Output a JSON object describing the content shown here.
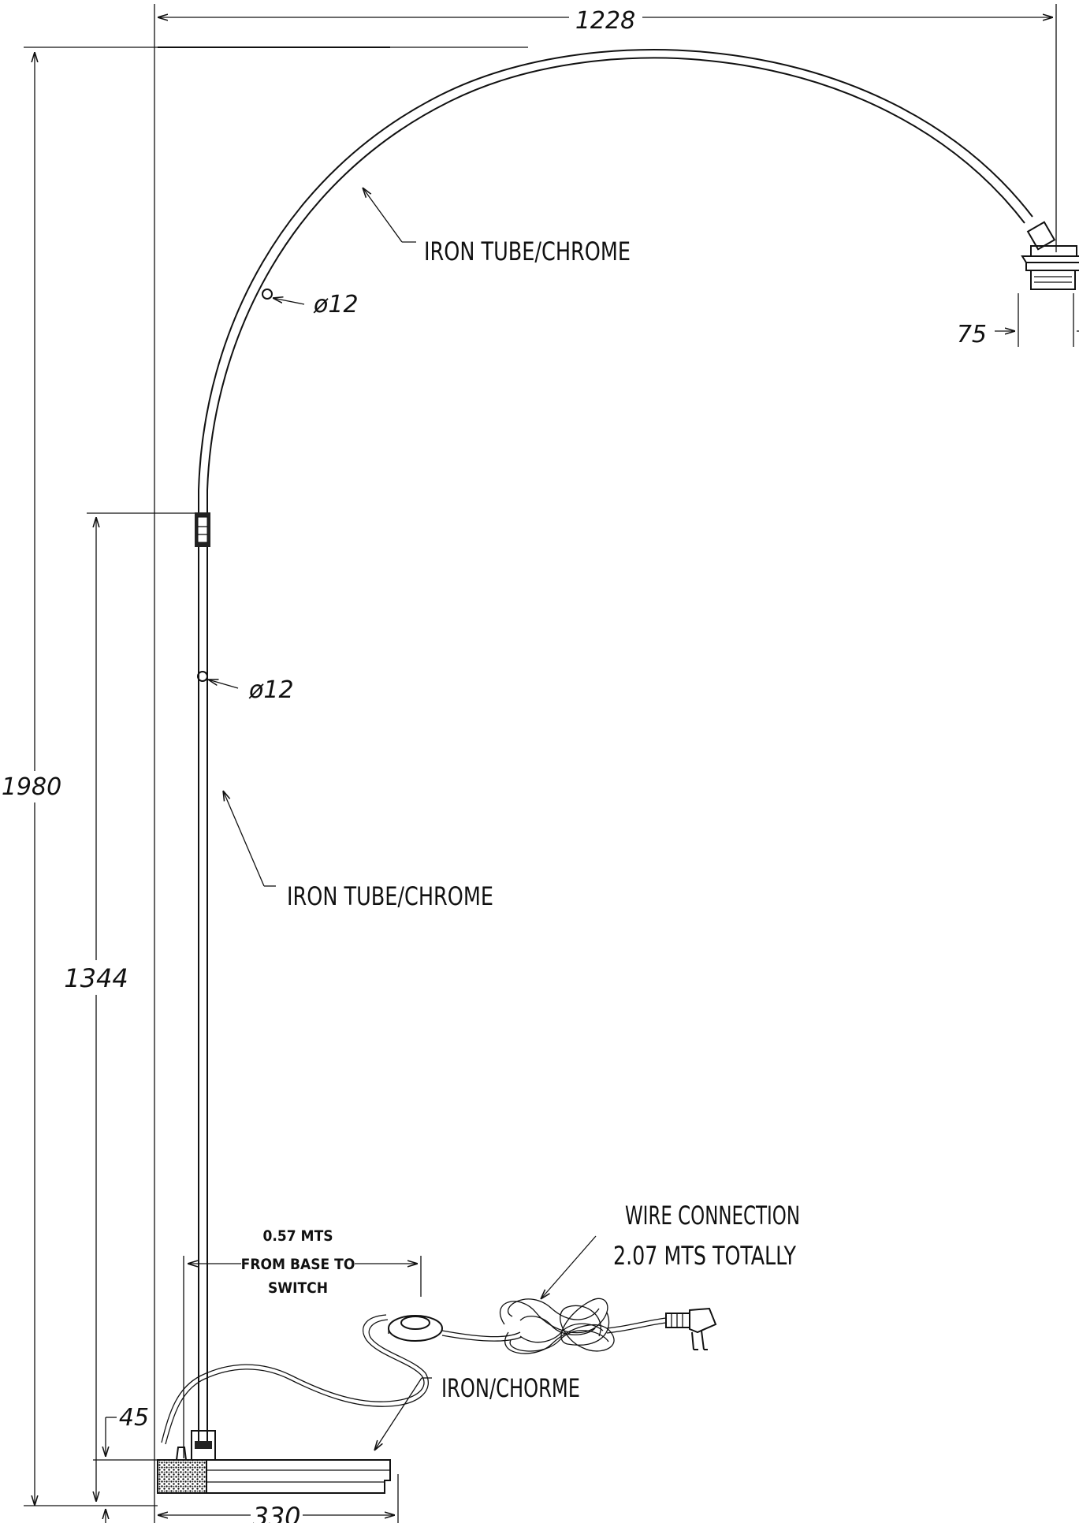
{
  "dimensions": {
    "width_total": "1228",
    "height_total": "1980",
    "pole_height": "1344",
    "shade_width": "75",
    "base_width": "330",
    "base_height": "45"
  },
  "annotations": {
    "arc_material": "IRON TUBE/CHROME",
    "arc_diameter": "ø12",
    "pole_material": "IRON TUBE/CHROME",
    "pole_diameter": "ø12",
    "switch_line1": "0.57 MTS",
    "switch_line2": "FROM BASE TO",
    "switch_line3": "SWITCH",
    "wire_line1": "WIRE CONNECTION",
    "wire_line2": "2.07 MTS TOTALLY",
    "base_material": "IRON/CHORME"
  }
}
